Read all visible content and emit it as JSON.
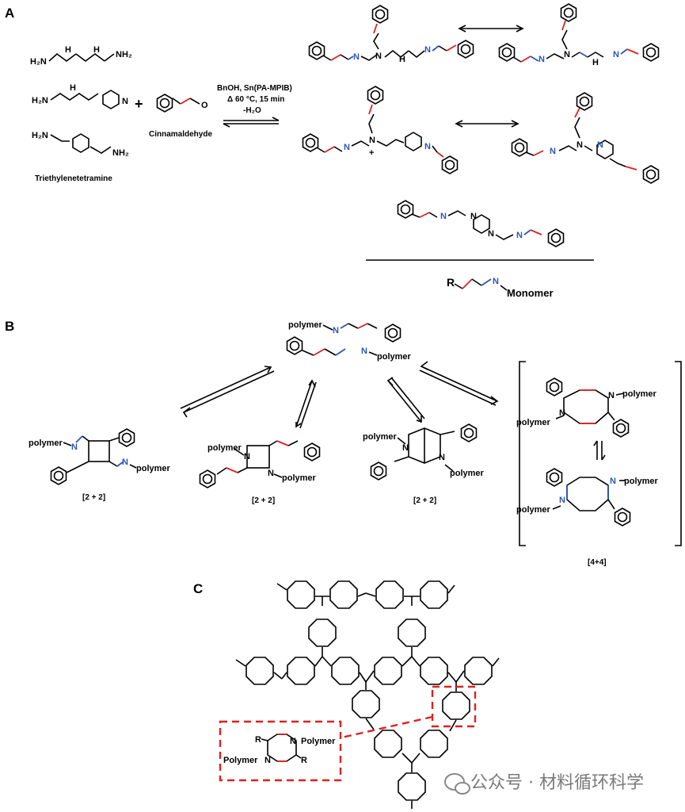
{
  "panels": {
    "a": "A",
    "b": "B",
    "c": "C"
  },
  "panel_a": {
    "amine_label": "Triethylenetetramine",
    "plus": "+",
    "aldehyde_label": "Cinnamaldehyde",
    "conditions": {
      "line1": "BnOH, Sn(PA-MPIB)",
      "line2": "Δ 60 °C, 15 min",
      "line3": "-H₂O"
    },
    "monomer": {
      "r": "R",
      "label": "Monomer"
    },
    "amine_groups": {
      "nh2": "NH₂",
      "h2n": "H₂N",
      "nh": "N",
      "h": "H",
      "n": "N",
      "o": "O"
    }
  },
  "panel_b": {
    "polymer": "polymer",
    "n": "N",
    "plus_charge": "+",
    "product_labels": [
      "[2 + 2]",
      "[2 + 2]",
      "[2 + 2]",
      "[4+4]"
    ]
  },
  "panel_c": {
    "inset": {
      "r": "R",
      "polymer": "Polymer",
      "n": "N"
    }
  },
  "watermark": "公众号 · 材料循环科学",
  "colors": {
    "alkene": "#e02020",
    "imine": "#2a56b8",
    "box": "#e02020"
  },
  "icons": [
    "wechat-icon"
  ]
}
